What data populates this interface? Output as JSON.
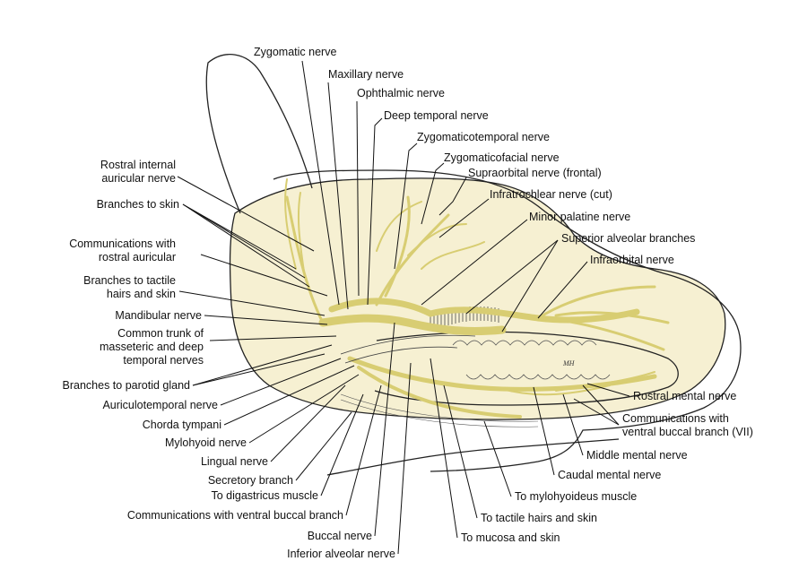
{
  "labels": {
    "zygomatic_nerve": "Zygomatic nerve",
    "maxillary_nerve": "Maxillary nerve",
    "ophthalmic_nerve": "Ophthalmic nerve",
    "deep_temporal_nerve": "Deep temporal nerve",
    "zygomaticotemporal_nerve": "Zygomaticotemporal nerve",
    "zygomaticofacial_nerve": "Zygomaticofacial nerve",
    "supraorbital_nerve": "Supraorbital nerve (frontal)",
    "infratrochlear_nerve": "Infratrochlear nerve (cut)",
    "minor_palatine_nerve": "Minor palatine nerve",
    "superior_alveolar_branches": "Superior alveolar branches",
    "infraorbital_nerve": "Infraorbital nerve",
    "rostral_internal_auricular_1": "Rostral internal",
    "rostral_internal_auricular_2": "auricular nerve",
    "branches_to_skin": "Branches to skin",
    "communications_rostral_auricular_1": "Communications with",
    "communications_rostral_auricular_2": "rostral auricular",
    "branches_tactile_hairs_1": "Branches to tactile",
    "branches_tactile_hairs_2": "hairs and skin",
    "mandibular_nerve": "Mandibular nerve",
    "common_trunk_1": "Common trunk of",
    "common_trunk_2": "masseteric and deep",
    "common_trunk_3": "temporal nerves",
    "branches_parotid_gland": "Branches to parotid gland",
    "auriculotemporal_nerve": "Auriculotemporal nerve",
    "chorda_tympani": "Chorda tympani",
    "mylohyoid_nerve": "Mylohyoid nerve",
    "lingual_nerve": "Lingual nerve",
    "secretory_branch": "Secretory branch",
    "to_digastricus_muscle": "To digastricus muscle",
    "communications_ventral_buccal_branch": "Communications with ventral buccal branch",
    "buccal_nerve": "Buccal nerve",
    "inferior_alveolar_nerve": "Inferior alveolar nerve",
    "to_mucosa_and_skin": "To mucosa and skin",
    "to_tactile_hairs_and_skin": "To tactile hairs and skin",
    "to_mylohyoideus_muscle": "To mylohyoideus muscle",
    "caudal_mental_nerve": "Caudal mental nerve",
    "middle_mental_nerve": "Middle mental nerve",
    "communications_ventral_buccal_vii_1": "Communications with",
    "communications_ventral_buccal_vii_2": "ventral buccal branch (VII)",
    "rostral_mental_nerve": "Rostral mental nerve",
    "signature": "MH"
  },
  "colors": {
    "background": "#ffffff",
    "skin_fill": "#f6f0d2",
    "nerve": "#d8cd72",
    "line": "#111111"
  }
}
